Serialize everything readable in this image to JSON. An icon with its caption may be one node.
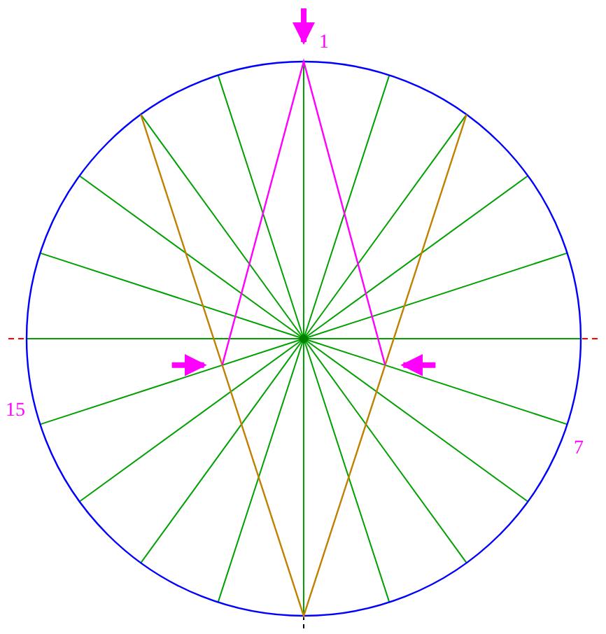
{
  "diagram": {
    "labels": [
      "1",
      "15",
      "7"
    ]
  }
}
